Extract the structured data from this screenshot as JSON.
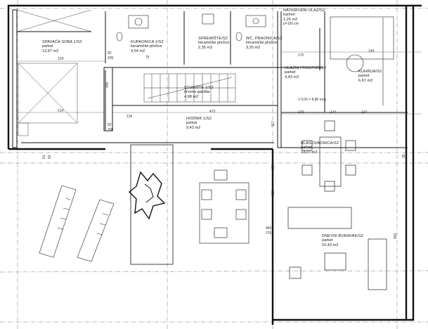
{
  "rooms": [
    {
      "id": "spavaca",
      "name": "SPAVAĆA SOBA 1/S2",
      "floor": "parket",
      "area": "13,47 m2"
    },
    {
      "id": "kupaonica",
      "name": "KUPAONICA 1/S2",
      "floor": "keramičke pločice",
      "area": "4,54 m2"
    },
    {
      "id": "spremiste",
      "name": "SPREMIŠTE/S2",
      "floor": "keramičke pločice",
      "area": "2,35 m2"
    },
    {
      "id": "wc",
      "name": "WC, PRAONICA/S2",
      "floor": "keramičke pločice",
      "area": "3,35 m2"
    },
    {
      "id": "ulaz",
      "name": "NATKRIVENI ULAZ/S2",
      "floor": "kamen",
      "area": "1,26 m2"
    },
    {
      "id": "ulazni",
      "name": "ULAZNI PROSTOR/S2",
      "floor": "parket",
      "area": "4,43 m2"
    },
    {
      "id": "kuhinja",
      "name": "KUHINJA/S2",
      "floor": "parket",
      "area": "6,67 m2"
    },
    {
      "id": "stubiste",
      "name": "STUBIŠTE 1/S2",
      "floor": "drvena gazišta",
      "area": "4,98 m2"
    },
    {
      "id": "hodnik",
      "name": "HODNIK 1/S2",
      "floor": "parket",
      "area": "9,43 m2"
    },
    {
      "id": "blagovaonica",
      "name": "BLAGOVAONICA/S2",
      "floor": "parket",
      "area": "14,07 m2"
    },
    {
      "id": "dnevni",
      "name": "DNEVNI BORAVAK/S2",
      "floor": "parket",
      "area": "15,43 m2"
    }
  ],
  "dimensions": {
    "d314": "314",
    "d214a": "214",
    "d214b": "214",
    "d136": "136",
    "d473": "473",
    "d170a": "170",
    "d170b": "170",
    "d144a": "144",
    "d144b": "144",
    "d75": "75",
    "d82": "82",
    "d92": "92",
    "d205a": "205",
    "d205b": "205",
    "d117": "117",
    "d150": "150",
    "d210": "210",
    "d51": "51",
    "d53": "53",
    "d149": "149",
    "d35": "35",
    "d553": "553",
    "d460": "460",
    "d276": "276",
    "pfl": "p=150 cm",
    "level": "± 0,00 = 8,80 mnv"
  }
}
